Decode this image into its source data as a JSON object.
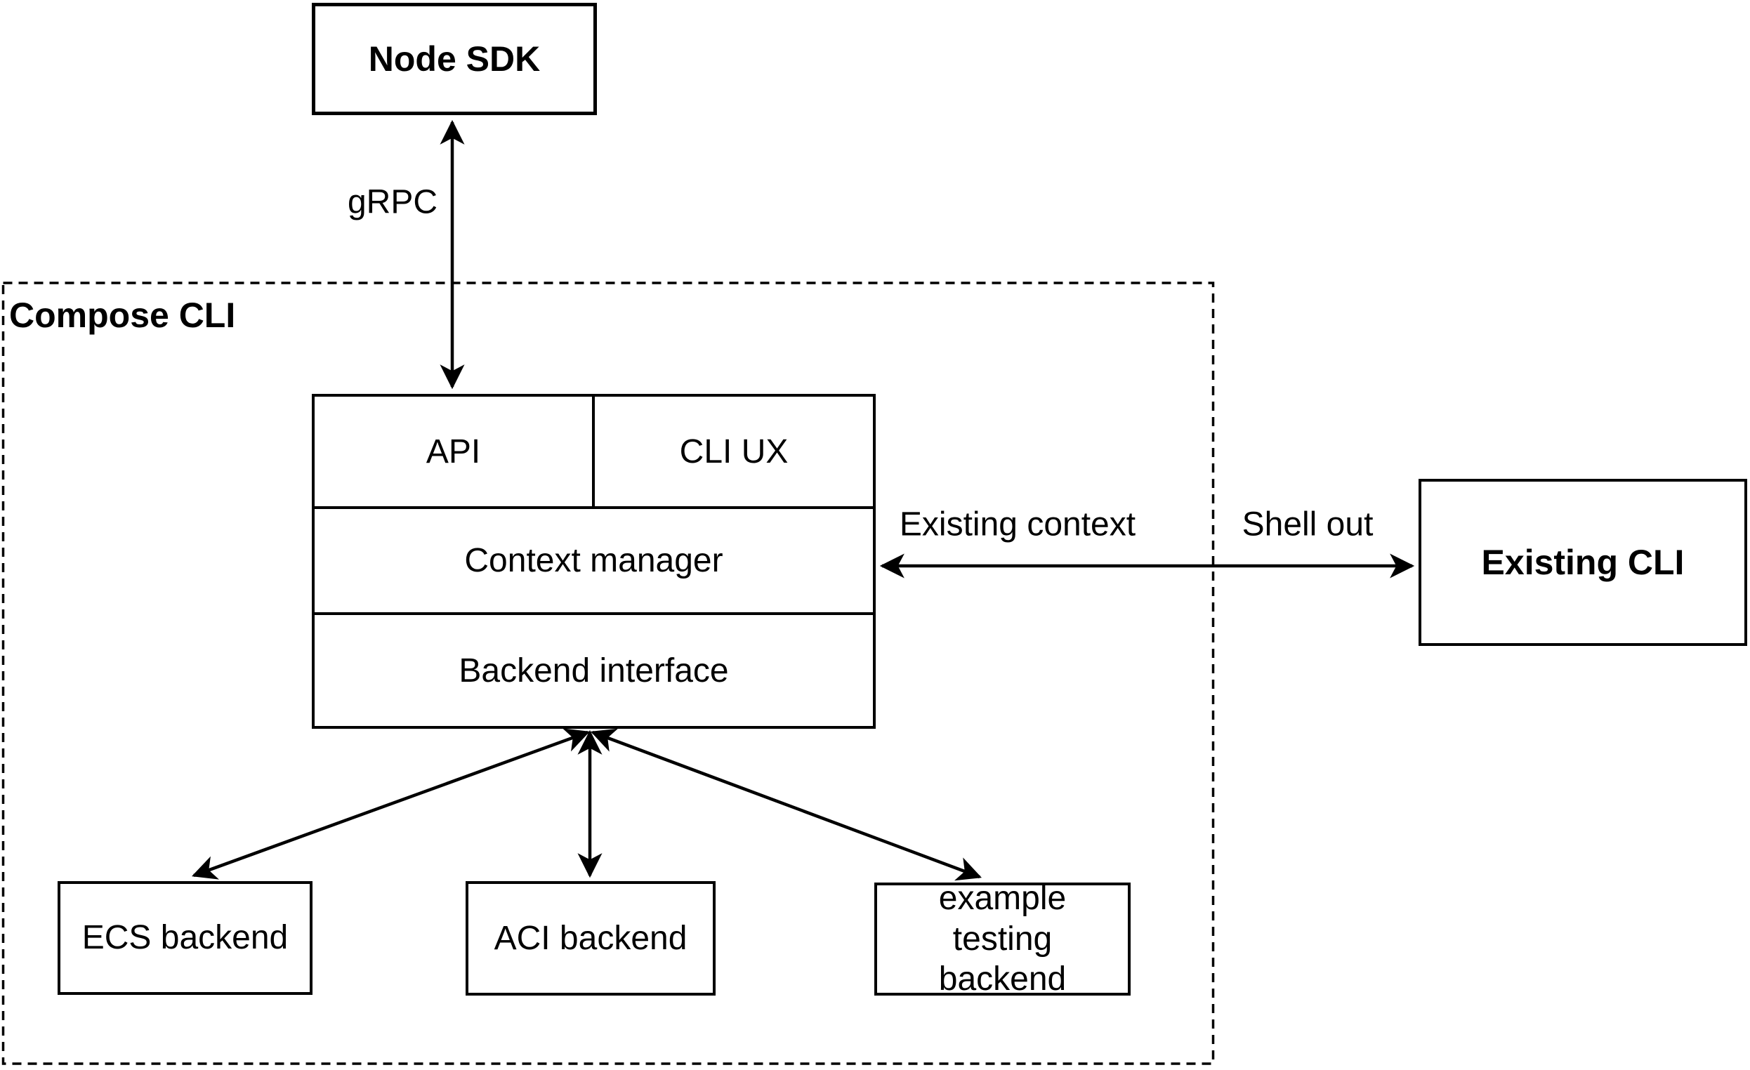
{
  "diagram": {
    "container": {
      "label": "Compose CLI"
    },
    "nodes": {
      "node_sdk": {
        "label": "Node SDK"
      },
      "api": {
        "label": "API"
      },
      "cli_ux": {
        "label": "CLI UX"
      },
      "context_manager": {
        "label": "Context manager"
      },
      "backend_interface": {
        "label": "Backend interface"
      },
      "existing_cli": {
        "label": "Existing CLI"
      },
      "ecs_backend": {
        "label": "ECS backend"
      },
      "aci_backend": {
        "label": "ACI backend"
      },
      "example_testing_backend": {
        "label": "example testing backend"
      }
    },
    "edges": {
      "grpc": {
        "label": "gRPC",
        "style": "double-arrow"
      },
      "existing_context": {
        "label": "Existing context",
        "style": "double-arrow"
      },
      "shell_out": {
        "label": "Shell out",
        "style": "double-arrow"
      },
      "ecs_link": {
        "style": "double-arrow"
      },
      "aci_link": {
        "style": "double-arrow"
      },
      "example_link": {
        "style": "double-arrow"
      }
    },
    "colors": {
      "stroke": "#000000",
      "background": "#ffffff",
      "text": "#000000"
    }
  }
}
